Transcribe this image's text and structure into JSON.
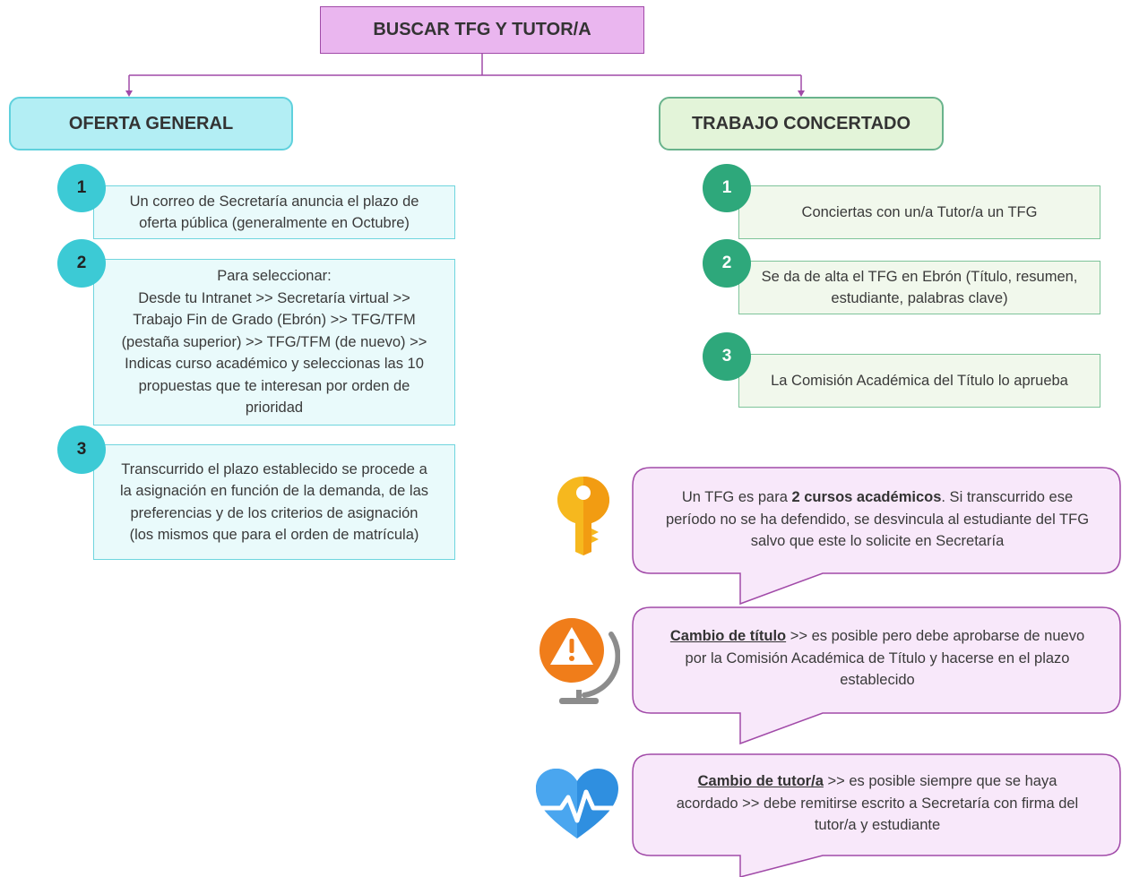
{
  "title": "BUSCAR TFG Y TUTOR/A",
  "colors": {
    "title_fill": "#eab6ef",
    "left_accent": "#3ccad5",
    "right_accent": "#2ea87b",
    "note_fill": "#f8e8fa",
    "note_border": "#a14aa8"
  },
  "left": {
    "heading": "OFERTA GENERAL",
    "steps": [
      {
        "num": "1",
        "lines": [
          "Un correo de Secretaría anuncia el plazo de",
          "oferta pública (generalmente en Octubre)"
        ]
      },
      {
        "num": "2",
        "lines": [
          "Para seleccionar:",
          "Desde tu Intranet >> Secretaría virtual >>",
          "Trabajo Fin de Grado (Ebrón) >> TFG/TFM",
          "(pestaña superior) >> TFG/TFM (de nuevo) >>",
          "Indicas curso académico y seleccionas las 10",
          "propuestas que te interesan por orden de",
          "prioridad"
        ]
      },
      {
        "num": "3",
        "lines": [
          "Transcurrido el plazo establecido se procede a",
          "la asignación en función de la demanda, de las",
          "preferencias y de los criterios de asignación",
          "(los mismos que para el orden de matrícula)"
        ]
      }
    ]
  },
  "right": {
    "heading": "TRABAJO CONCERTADO",
    "steps": [
      {
        "num": "1",
        "lines": [
          "Conciertas con un/a Tutor/a un TFG"
        ]
      },
      {
        "num": "2",
        "lines": [
          "Se da de alta el TFG en Ebrón (Título, resumen,",
          "estudiante, palabras clave)"
        ]
      },
      {
        "num": "3",
        "lines": [
          "La Comisión Académica del Título lo aprueba"
        ]
      }
    ]
  },
  "notes": [
    {
      "icon": "key-icon",
      "line1_pre": "Un TFG es para ",
      "line1_bold": "2 cursos académicos",
      "line1_post": ". Si transcurrido ese",
      "line2": "período no se ha defendido, se desvincula al estudiante del TFG",
      "line3": "salvo que este lo solicite en Secretaría"
    },
    {
      "icon": "globe-warning-icon",
      "line1_bold": "Cambio de título",
      "line1_post": " >> es posible pero debe aprobarse de nuevo",
      "line2": "por la Comisión Académica de Título y hacerse en el plazo",
      "line3": "establecido"
    },
    {
      "icon": "heart-pulse-icon",
      "line1_bold": "Cambio de tutor/a",
      "line1_post": " >> es posible siempre que se haya",
      "line2": "acordado >> debe remitirse escrito a Secretaría con firma del",
      "line3": "tutor/a y estudiante"
    }
  ]
}
